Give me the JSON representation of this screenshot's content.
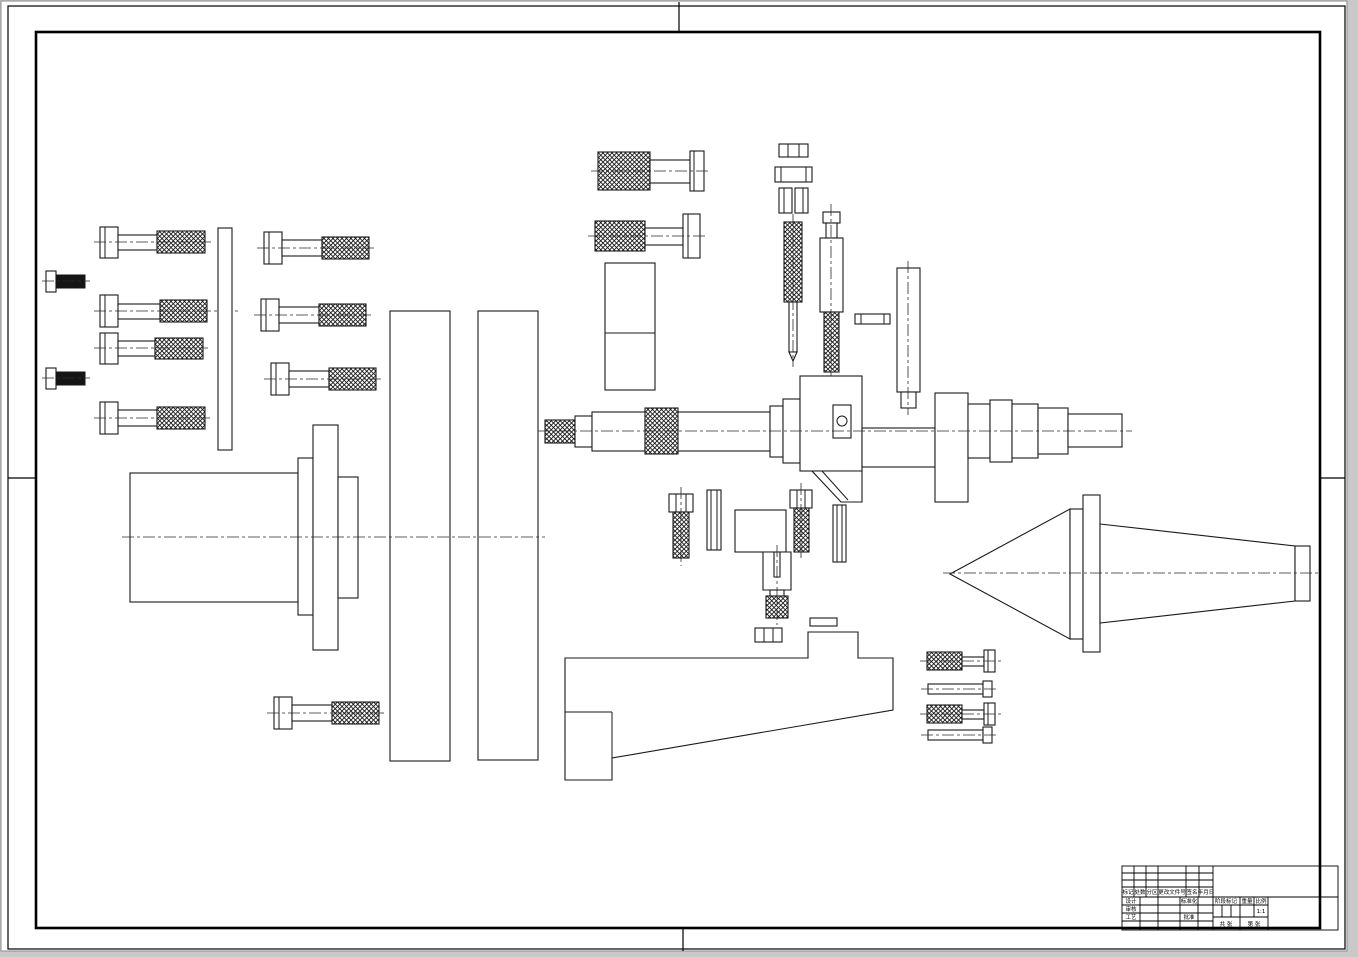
{
  "sheet": {
    "background": "#ffffff",
    "line_color": "#1a1a1a",
    "frame_color": "#000000",
    "outer_margin_color": "#c9c9c9"
  },
  "title_block": {
    "revision_header": [
      "标记",
      "处数",
      "分区",
      "更改文件号",
      "签名",
      "年月日"
    ],
    "roles_left": [
      "设计",
      "审核",
      "工艺"
    ],
    "roles_middle": [
      "标准化",
      "批准"
    ],
    "stage_label": "阶段标记",
    "weight_label": "重量",
    "scale_label": "比例",
    "scale_value": "1:1",
    "sheet_total_label": "共 张",
    "sheet_index_label": "第 张"
  },
  "parts": [
    {
      "id": "bolt-1",
      "name": "cap-screw"
    },
    {
      "id": "bolt-2",
      "name": "cap-screw"
    },
    {
      "id": "bolt-3",
      "name": "cap-screw"
    },
    {
      "id": "bolt-4",
      "name": "cap-screw"
    },
    {
      "id": "setscrew-1",
      "name": "set-screw"
    },
    {
      "id": "setscrew-2",
      "name": "set-screw"
    },
    {
      "id": "spacer-bar",
      "name": "spacer-bar"
    },
    {
      "id": "bolt-5",
      "name": "cap-screw"
    },
    {
      "id": "bolt-6",
      "name": "cap-screw"
    },
    {
      "id": "bolt-7",
      "name": "cap-screw"
    },
    {
      "id": "bolt-8",
      "name": "cap-screw"
    },
    {
      "id": "plate-1",
      "name": "clamp-plate"
    },
    {
      "id": "plate-2",
      "name": "clamp-plate"
    },
    {
      "id": "spindle",
      "name": "spindle-flange-assembly"
    },
    {
      "id": "hexbolt-1",
      "name": "hex-bolt"
    },
    {
      "id": "hexbolt-2",
      "name": "hex-bolt"
    },
    {
      "id": "block-1",
      "name": "spacer-block"
    },
    {
      "id": "washer-1",
      "name": "washer"
    },
    {
      "id": "washer-2",
      "name": "washer"
    },
    {
      "id": "pads",
      "name": "locating-pads"
    },
    {
      "id": "stud-1",
      "name": "pointed-stud"
    },
    {
      "id": "stud-2",
      "name": "stepped-stud"
    },
    {
      "id": "key-pin",
      "name": "key-pin"
    },
    {
      "id": "cyl-pin",
      "name": "cylindrical-pin"
    },
    {
      "id": "crankshaft",
      "name": "crankshaft"
    },
    {
      "id": "vscrew-1",
      "name": "slotted-screw"
    },
    {
      "id": "dowel-1",
      "name": "dowel-pin"
    },
    {
      "id": "slide-block",
      "name": "slide-block"
    },
    {
      "id": "vscrew-2",
      "name": "slotted-screw"
    },
    {
      "id": "flat-key",
      "name": "flat-key"
    },
    {
      "id": "fork-stud",
      "name": "fork-stud"
    },
    {
      "id": "nut-1",
      "name": "hex-nut"
    },
    {
      "id": "key-strip",
      "name": "key-strip"
    },
    {
      "id": "bracket",
      "name": "base-bracket"
    },
    {
      "id": "center",
      "name": "tailstock-dead-center"
    },
    {
      "id": "screw-1",
      "name": "machine-screw"
    },
    {
      "id": "pin-1",
      "name": "dowel-pin"
    },
    {
      "id": "screw-2",
      "name": "machine-screw"
    },
    {
      "id": "pin-2",
      "name": "dowel-pin"
    }
  ]
}
